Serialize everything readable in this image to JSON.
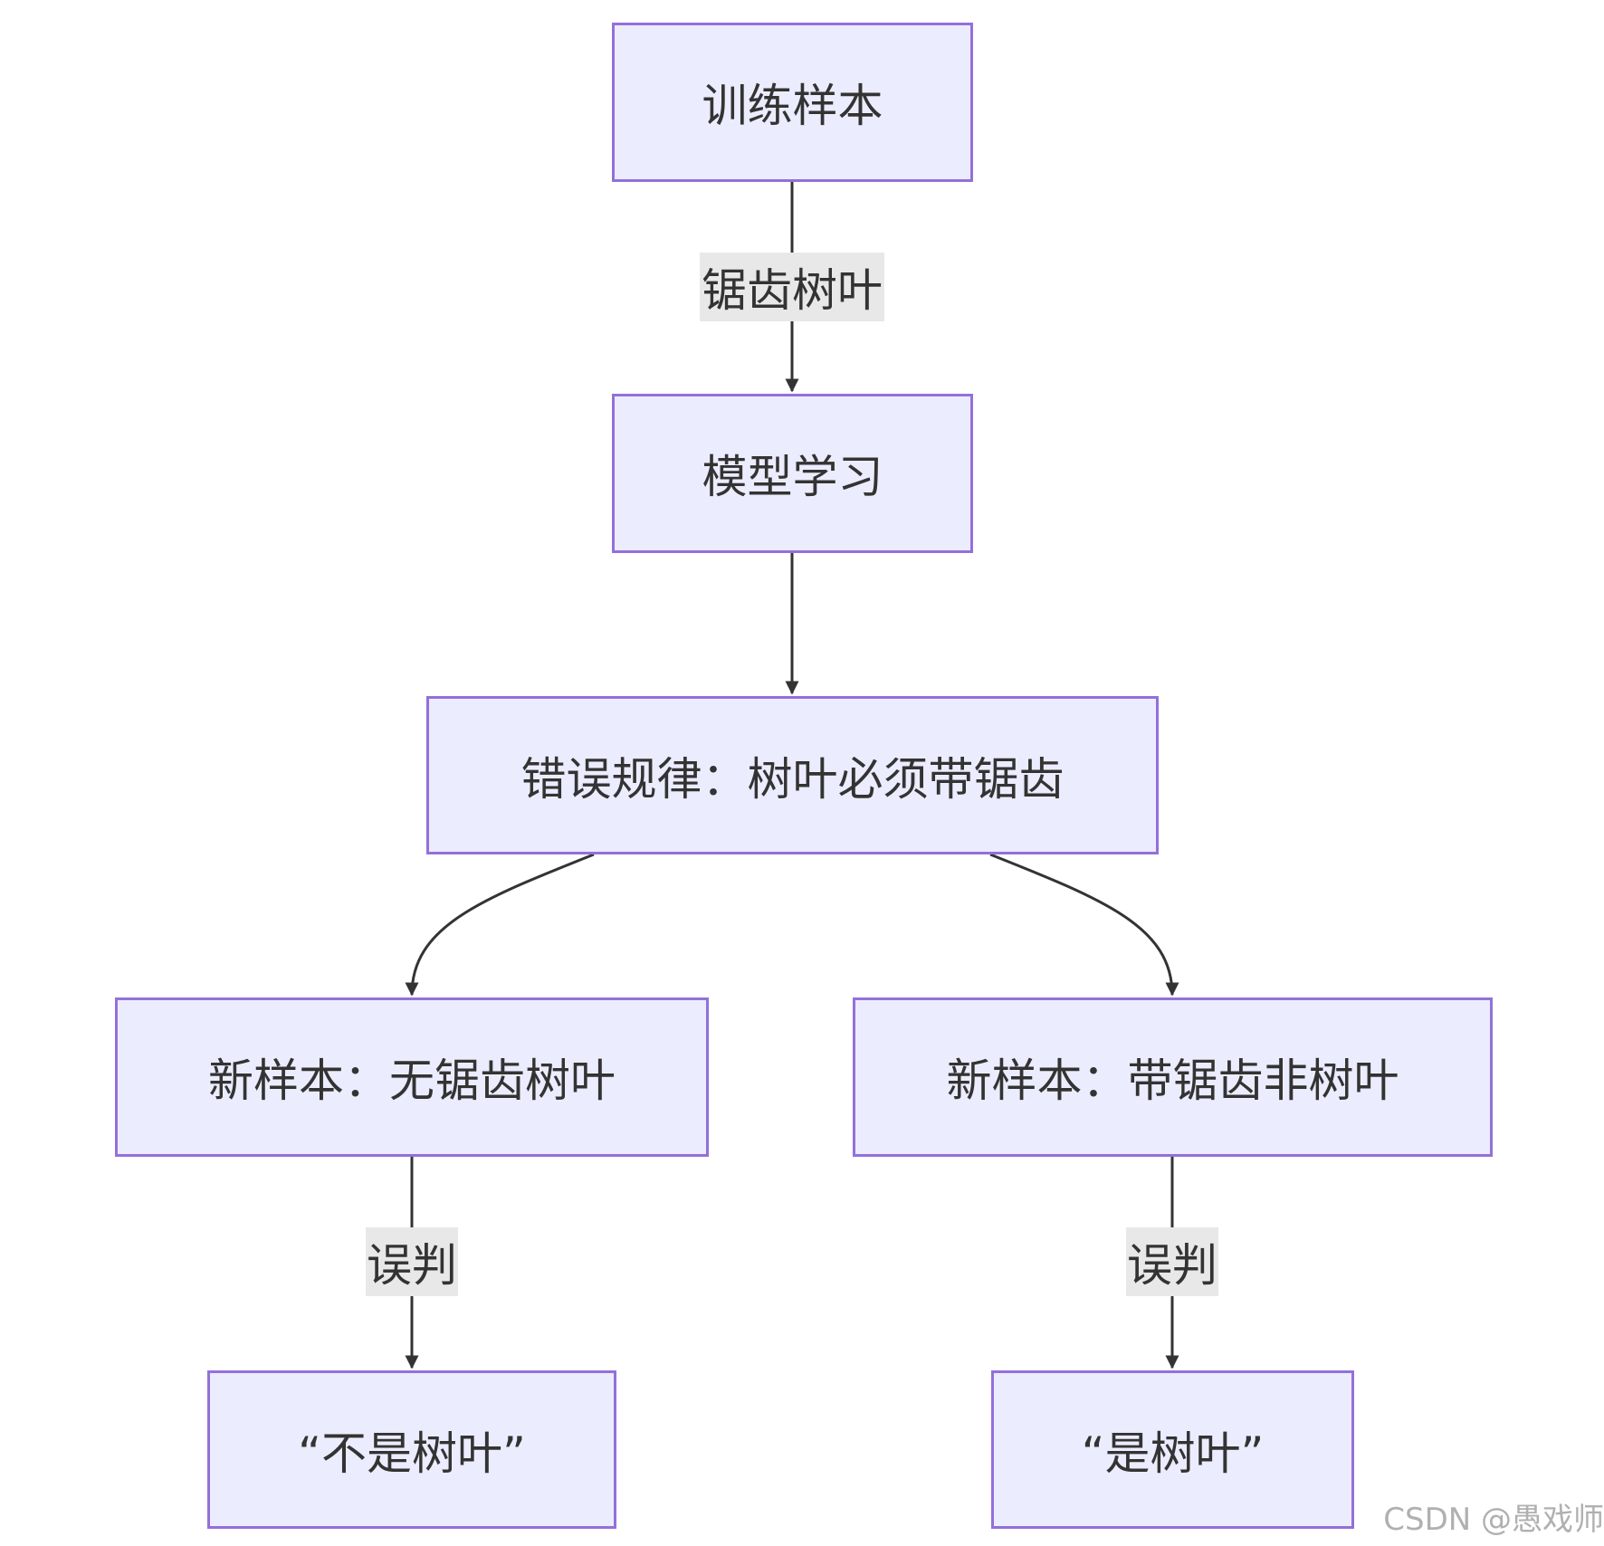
{
  "nodes": {
    "train": "训练样本",
    "learn": "模型学习",
    "rule": "错误规律：树叶必须带锯齿",
    "sample_no_saw": "新样本：无锯齿树叶",
    "sample_saw_nonleaf": "新样本：带锯齿非树叶",
    "out_not_leaf": "“不是树叶”",
    "out_is_leaf": "“是树叶”"
  },
  "edge_labels": {
    "train_to_learn": "锯齿树叶",
    "left_misjudge": "误判",
    "right_misjudge": "误判"
  },
  "watermark": "CSDN @愚戏师",
  "colors": {
    "node_fill": "#ececff",
    "node_border": "#9370db",
    "edge": "#333333",
    "label_bg": "#e8e8e8"
  }
}
